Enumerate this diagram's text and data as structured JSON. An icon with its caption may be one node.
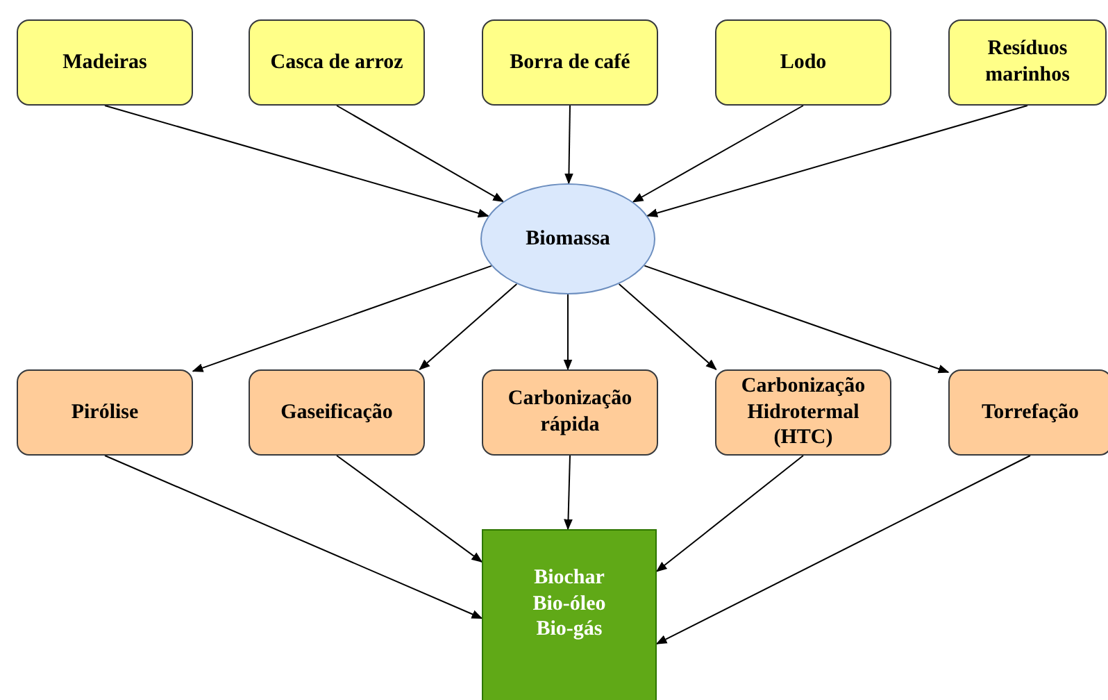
{
  "diagram": {
    "nodes": [
      {
        "text": [
          "Madeiras"
        ]
      },
      {
        "text": [
          "Casca de arroz"
        ]
      },
      {
        "text": [
          "Borra de café"
        ]
      },
      {
        "text": [
          "Lodo"
        ]
      },
      {
        "text": [
          "Resíduos marinhos"
        ]
      },
      {
        "text": [
          "Biomassa"
        ]
      },
      {
        "text": [
          "Pirólise"
        ]
      },
      {
        "text": [
          "Gaseificação"
        ]
      },
      {
        "text": [
          "Carbonização rápida"
        ]
      },
      {
        "text": [
          "Carbonização Hidrotermal (HTC)"
        ]
      },
      {
        "text": [
          "Torrefação"
        ]
      },
      {
        "text": [
          "Biochar",
          "Bio-óleo",
          "Bio-gás"
        ]
      }
    ],
    "edges": [
      {
        "from": 0,
        "to": 5,
        "arrow": "to"
      },
      {
        "from": 1,
        "to": 5,
        "arrow": "to"
      },
      {
        "from": 2,
        "to": 5,
        "arrow": "to"
      },
      {
        "from": 3,
        "to": 5,
        "arrow": "to"
      },
      {
        "from": 4,
        "to": 5,
        "arrow": "to"
      },
      {
        "from": 5,
        "to": 6,
        "arrow": "to"
      },
      {
        "from": 5,
        "to": 7,
        "arrow": "to"
      },
      {
        "from": 5,
        "to": 8,
        "arrow": "to"
      },
      {
        "from": 5,
        "to": 9,
        "arrow": "to"
      },
      {
        "from": 5,
        "to": 10,
        "arrow": "to"
      },
      {
        "from": 6,
        "to": 11,
        "arrow": "to"
      },
      {
        "from": 7,
        "to": 11,
        "arrow": "to"
      },
      {
        "from": 8,
        "to": 11,
        "arrow": "to"
      },
      {
        "from": 9,
        "to": 11,
        "arrow": "to"
      },
      {
        "from": 10,
        "to": 11,
        "arrow": "to"
      }
    ]
  }
}
